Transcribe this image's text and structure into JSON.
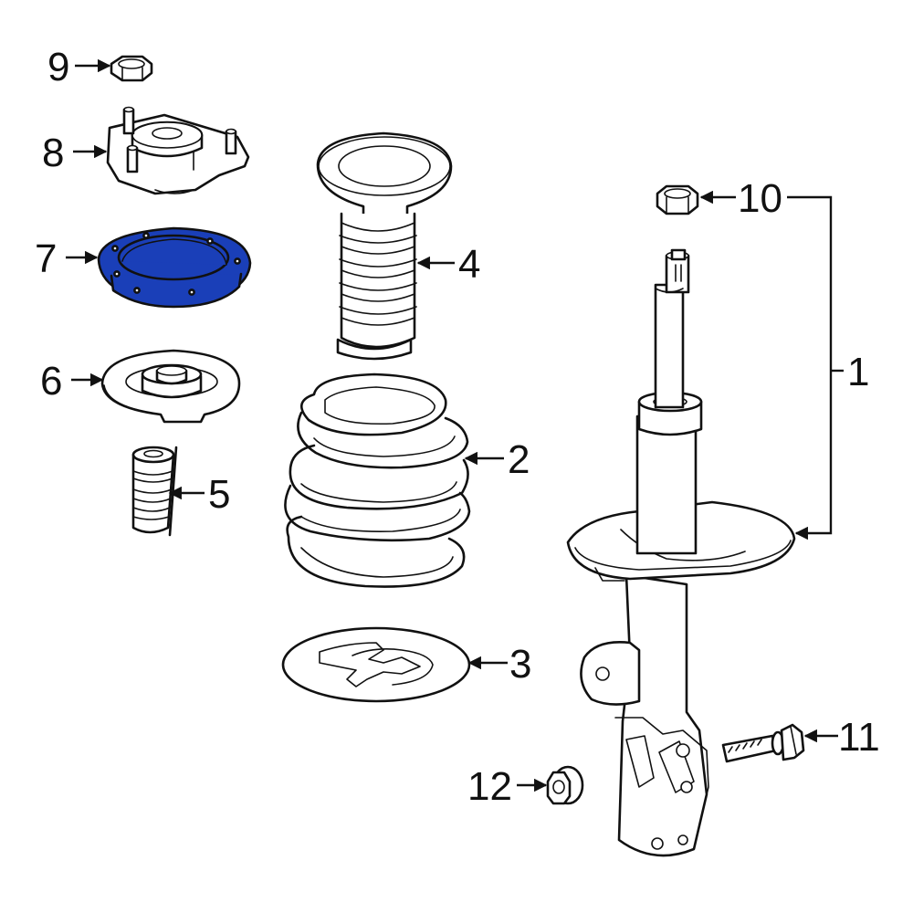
{
  "highlight_color": "#1a3fb8",
  "callouts": {
    "c1": "1",
    "c2": "2",
    "c3": "3",
    "c4": "4",
    "c5": "5",
    "c6": "6",
    "c7": "7",
    "c8": "8",
    "c9": "9",
    "c10": "10",
    "c11": "11",
    "c12": "12"
  },
  "highlighted_part": "7"
}
